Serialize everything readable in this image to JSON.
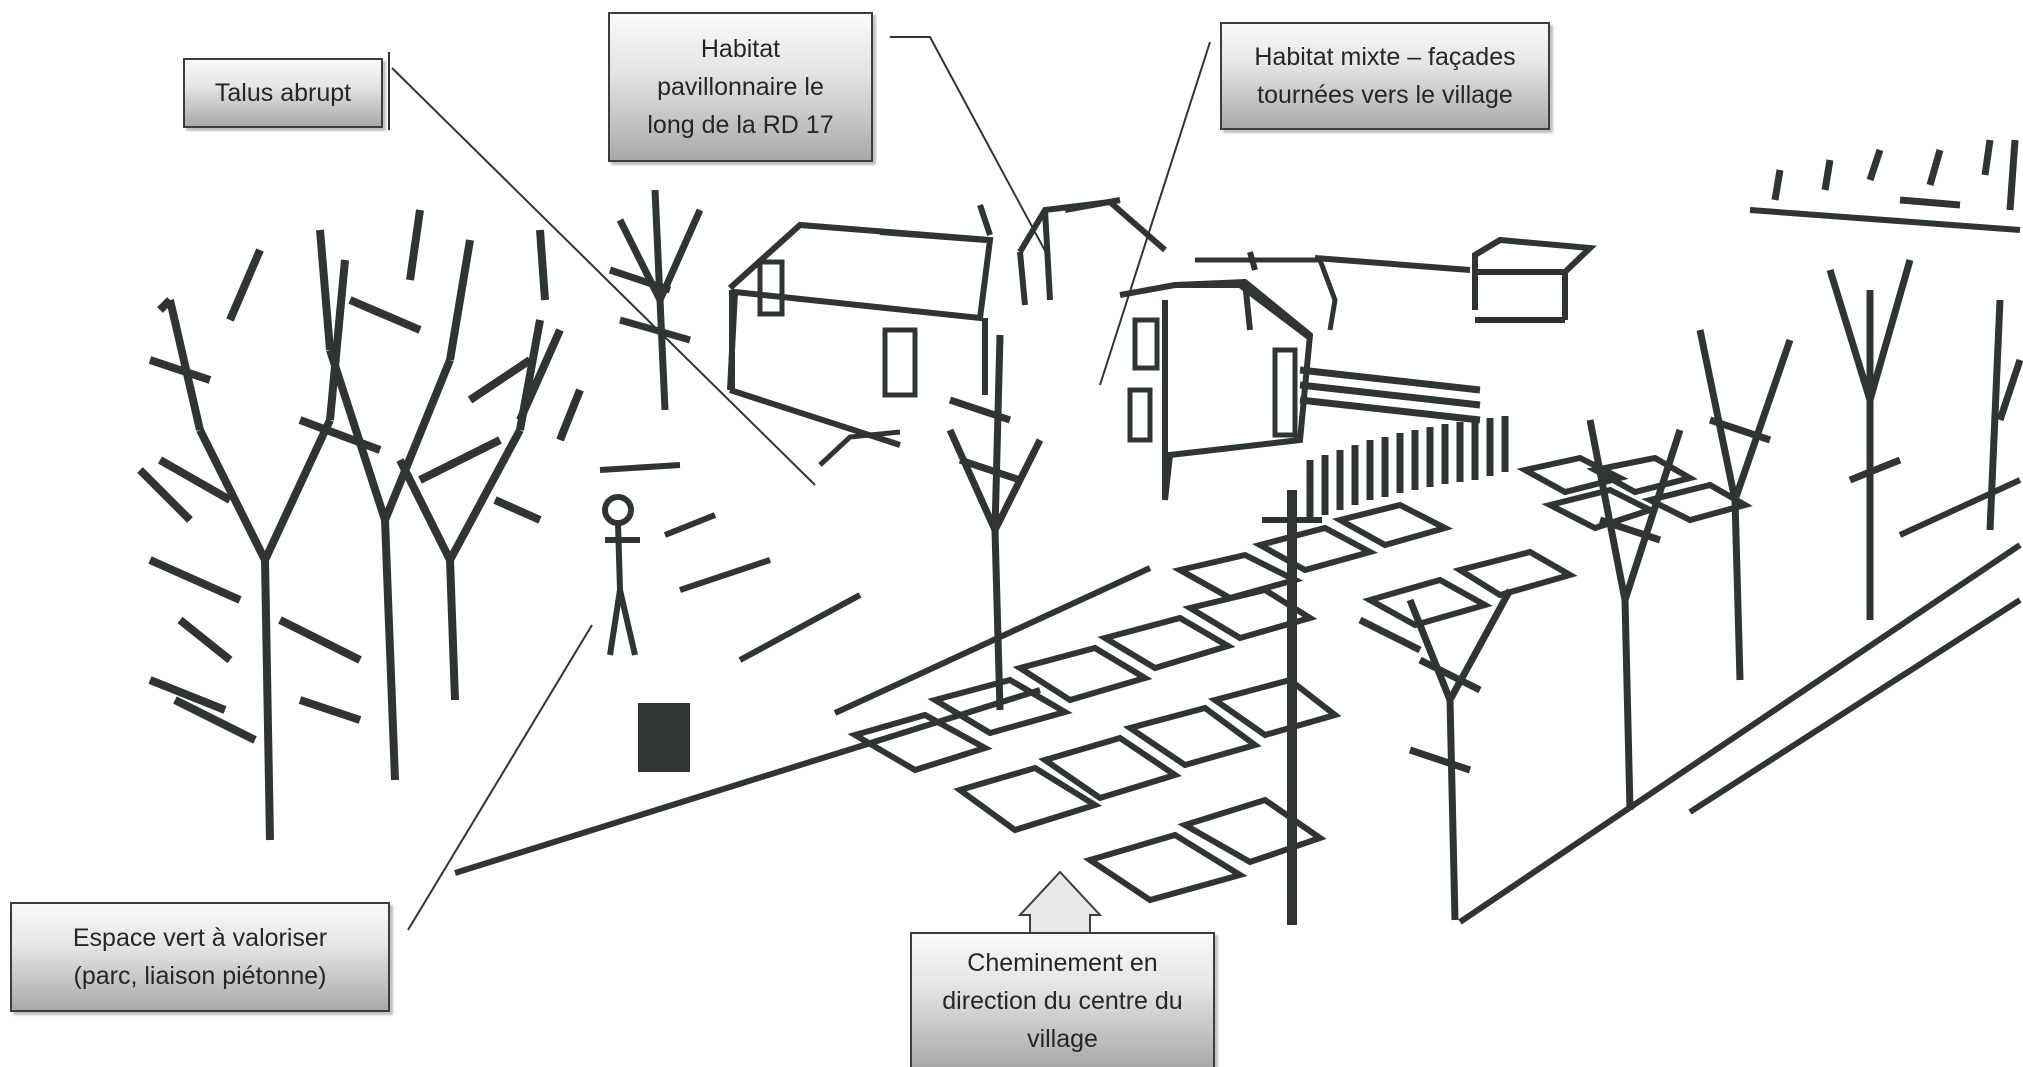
{
  "annotations": {
    "talus": "Talus abrupt",
    "habitat_pavillonnaire": "Habitat\npavillonnaire le\nlong de la RD 17",
    "habitat_mixte": "Habitat mixte – façades\ntournées vers le village",
    "espace_vert": "Espace vert à valoriser\n(parc, liaison piétonne)",
    "cheminement": "Cheminement  en\ndirection du centre du\nvillage"
  },
  "colors": {
    "stroke": "#2f3434",
    "label_border": "#3d3d3d",
    "label_text": "#262626"
  }
}
